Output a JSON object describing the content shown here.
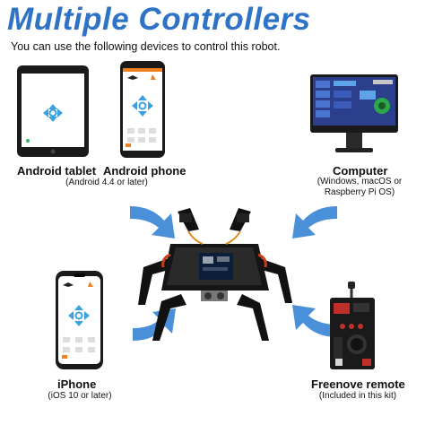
{
  "header": {
    "title": "Multiple Controllers",
    "subtitle": "You can use the following devices to control this robot."
  },
  "devices": [
    {
      "name": "Android tablet",
      "note": ""
    },
    {
      "name": "Android phone",
      "note": "(Android 4.4 or later)"
    },
    {
      "name": "Computer",
      "note_lines": [
        "(Windows, macOS or",
        "Raspberry Pi OS)"
      ]
    },
    {
      "name": "iPhone",
      "note": "(iOS 10 or later)"
    },
    {
      "name": "Freenove remote",
      "note": "(Included in this kit)"
    }
  ],
  "colors": {
    "title": "#2f73c6",
    "arrow": "#4a90d9",
    "dpad": "#3aa0e0",
    "device_frame": "#1a1a1a"
  },
  "icons": [
    "android-tablet-icon",
    "android-phone-icon",
    "computer-monitor-icon",
    "iphone-icon",
    "remote-controller-icon",
    "quadruped-robot-icon",
    "direction-pad-icon",
    "curved-arrow-icon"
  ]
}
